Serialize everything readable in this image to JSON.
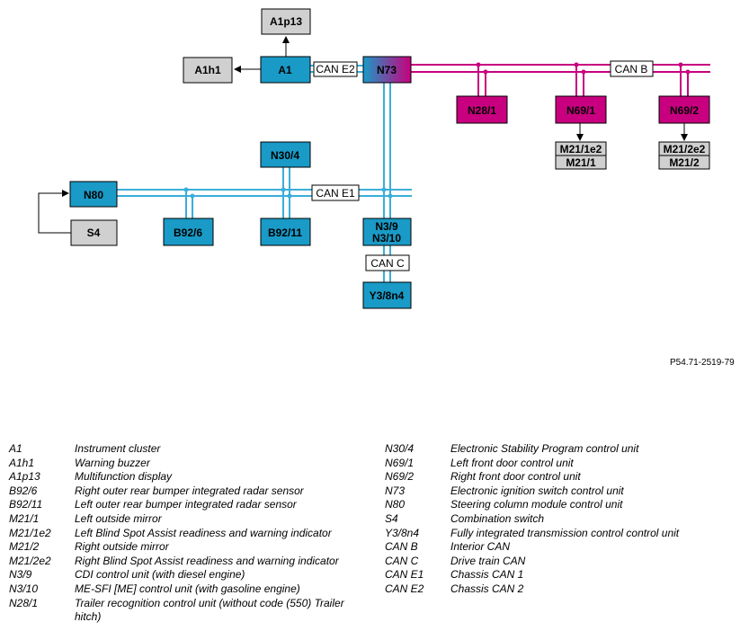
{
  "diagram": {
    "modules": {
      "A1p13": "A1p13",
      "A1h1": "A1h1",
      "A1": "A1",
      "N73": "N73",
      "N28_1": "N28/1",
      "N69_1": "N69/1",
      "N69_2": "N69/2",
      "M21_1e2": "M21/1e2",
      "M21_1": "M21/1",
      "M21_2e2": "M21/2e2",
      "M21_2": "M21/2",
      "N30_4": "N30/4",
      "N80": "N80",
      "S4": "S4",
      "B92_6": "B92/6",
      "B92_11": "B92/11",
      "N3_9": "N3/9",
      "N3_10": "N3/10",
      "Y3_8n4": "Y3/8n4"
    },
    "buses": {
      "can_e2": "CAN E2",
      "can_b": "CAN B",
      "can_e1": "CAN E1",
      "can_c": "CAN C"
    },
    "reference": "P54.71-2519-79",
    "colors": {
      "blue_module": "#1a9ac6",
      "magenta_module": "#c8007f",
      "grey_module": "#d0d0d0",
      "blue_bus": "#3aaed8",
      "magenta_bus": "#c8007f"
    }
  },
  "legend": {
    "left": [
      {
        "code": "A1",
        "desc": "Instrument cluster"
      },
      {
        "code": "A1h1",
        "desc": "Warning buzzer"
      },
      {
        "code": "A1p13",
        "desc": "Multifunction display"
      },
      {
        "code": "B92/6",
        "desc": "Right outer rear bumper integrated radar sensor"
      },
      {
        "code": "B92/11",
        "desc": "Left outer rear bumper integrated radar sensor"
      },
      {
        "code": "M21/1",
        "desc": "Left outside mirror"
      },
      {
        "code": "M21/1e2",
        "desc": "Left Blind Spot Assist readiness and warning indicator"
      },
      {
        "code": "M21/2",
        "desc": "Right outside mirror"
      },
      {
        "code": "M21/2e2",
        "desc": "Right Blind Spot Assist readiness and warning indicator"
      },
      {
        "code": "N3/9",
        "desc": "CDI control unit (with diesel engine)"
      },
      {
        "code": "N3/10",
        "desc": "ME-SFI [ME] control unit (with gasoline engine)"
      },
      {
        "code": "N28/1",
        "desc": "Trailer recognition control unit (without code (550) Trailer hitch)"
      }
    ],
    "right": [
      {
        "code": "N30/4",
        "desc": "Electronic Stability Program control unit"
      },
      {
        "code": "N69/1",
        "desc": "Left front door control unit"
      },
      {
        "code": "N69/2",
        "desc": "Right front door control unit"
      },
      {
        "code": "N73",
        "desc": "Electronic ignition switch control unit"
      },
      {
        "code": "N80",
        "desc": "Steering column module control unit"
      },
      {
        "code": "S4",
        "desc": "Combination switch"
      },
      {
        "code": "Y3/8n4",
        "desc": "Fully integrated transmission control control unit"
      },
      {
        "code": "CAN B",
        "desc": "Interior CAN"
      },
      {
        "code": "CAN C",
        "desc": "Drive train CAN"
      },
      {
        "code": "CAN E1",
        "desc": "Chassis CAN 1"
      },
      {
        "code": "CAN E2",
        "desc": "Chassis CAN 2"
      }
    ]
  }
}
